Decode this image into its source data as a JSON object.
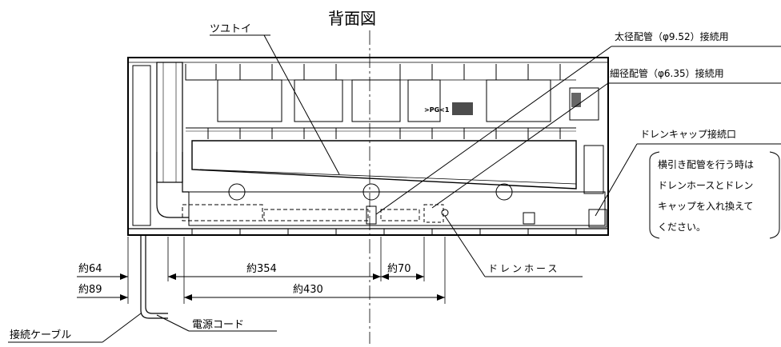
{
  "title": "背面図",
  "labels": {
    "drain_tray": "ツユトイ",
    "large_pipe": "太径配管（φ9.52）接続用",
    "small_pipe": "細径配管（φ6.35）接続用",
    "drain_cap": "ドレンキャップ接続口",
    "note_line1": "横引き配管を行う時は",
    "note_line2": "ドレンホースとドレン",
    "note_line3": "キャップを入れ換えて",
    "note_line4": "ください。",
    "drain_hose": "ドレンホース",
    "power_cord": "電源コード",
    "connect_cable": "接続ケーブル"
  },
  "dimensions": {
    "d64": "約64",
    "d89": "約89",
    "d354": "約354",
    "d70": "約70",
    "d430": "約430"
  },
  "unit_markings": {
    "pg_mark": ">PG<1"
  }
}
